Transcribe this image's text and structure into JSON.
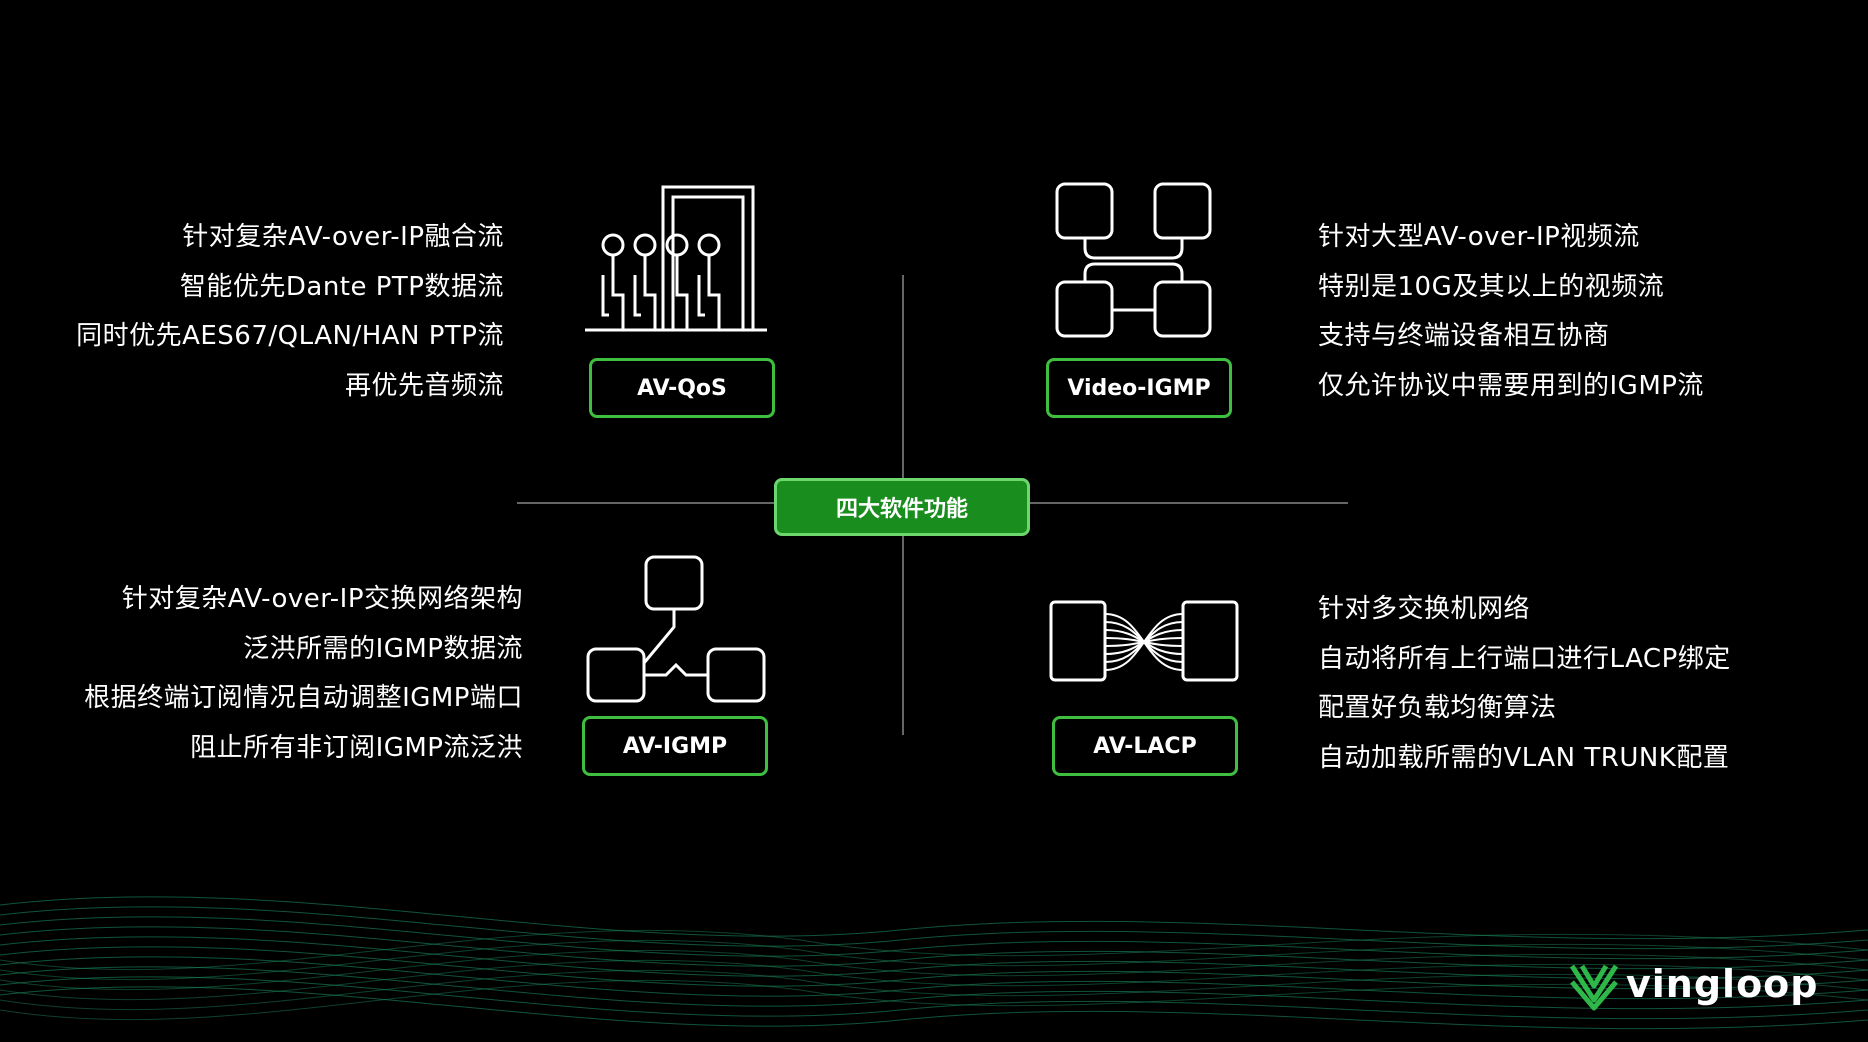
{
  "center_title": "四大软件功能",
  "quadrants": {
    "top_left": {
      "label": "AV-QoS",
      "icon": "qos-priority-icon",
      "lines": [
        "针对复杂AV-over-IP融合流",
        "智能优先Dante PTP数据流",
        "同时优先AES67/QLAN/HAN PTP流",
        "再优先音频流"
      ]
    },
    "top_right": {
      "label": "Video-IGMP",
      "icon": "network-topology-icon",
      "lines": [
        "针对大型AV-over-IP视频流",
        "特别是10G及其以上的视频流",
        "支持与终端设备相互协商",
        "仅允许协议中需要用到的IGMP流"
      ]
    },
    "bottom_left": {
      "label": "AV-IGMP",
      "icon": "switch-tree-icon",
      "lines": [
        "针对复杂AV-over-IP交换网络架构",
        "泛洪所需的IGMP数据流",
        "根据终端订阅情况自动调整IGMP端口",
        "阻止所有非订阅IGMP流泛洪"
      ]
    },
    "bottom_right": {
      "label": "AV-LACP",
      "icon": "link-aggregation-icon",
      "lines": [
        "针对多交换机网络",
        "自动将所有上行端口进行LACP绑定",
        "配置好负载均衡算法",
        "自动加载所需的VLAN TRUNK配置"
      ]
    }
  },
  "brand": {
    "logo_text": "vingloop",
    "accent_color": "#3fbf3f",
    "badge_color": "#1a8d1f",
    "wave_color": "#1f9a6a"
  }
}
